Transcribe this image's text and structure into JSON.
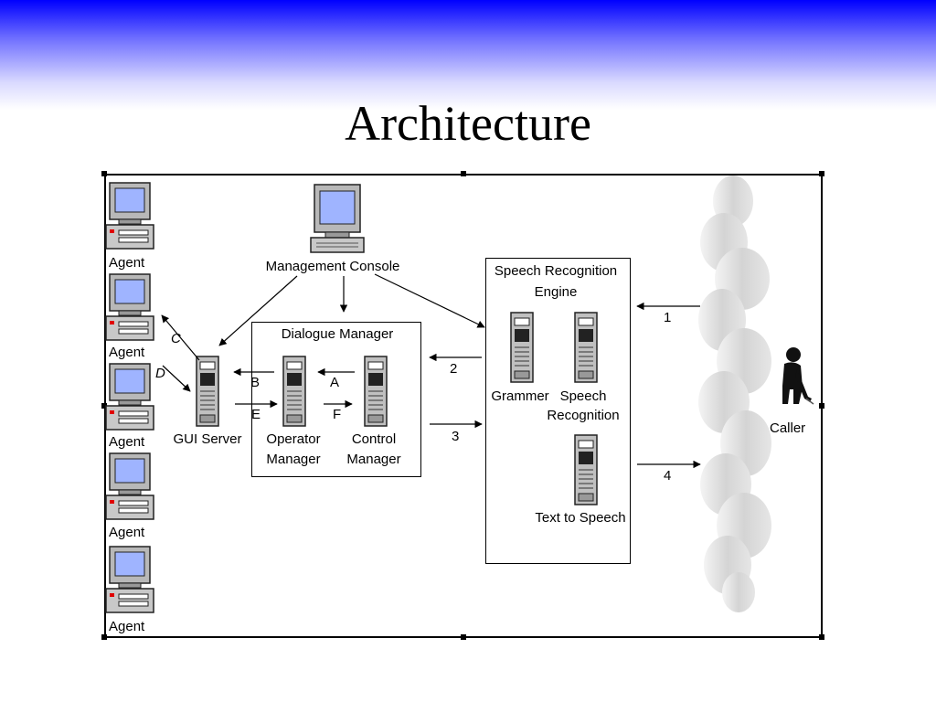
{
  "slide": {
    "title": "Architecture"
  },
  "colors": {
    "band_top": "#0000ff",
    "band_bottom": "#ffffff",
    "cloud": "#d8d8d8"
  },
  "agents": [
    {
      "label": "Agent"
    },
    {
      "label": "Agent"
    },
    {
      "label": "Agent"
    },
    {
      "label": "Agent"
    },
    {
      "label": "Agent"
    }
  ],
  "nodes": {
    "management_console": "Management Console",
    "gui_server": "GUI Server",
    "dialogue_manager": "Dialogue Manager",
    "operator_manager": [
      "Operator",
      "Manager"
    ],
    "control_manager": [
      "Control",
      "Manager"
    ],
    "speech_recognition_engine": [
      "Speech Recognition",
      "Engine"
    ],
    "grammer": "Grammer",
    "speech_recognition": [
      "Speech",
      "Recognition"
    ],
    "text_to_speech": "Text to Speech",
    "caller": "Caller"
  },
  "edge_labels": {
    "c": "C",
    "d": "D",
    "b": "B",
    "e": "E",
    "a": "A",
    "f": "F",
    "one": "1",
    "two": "2",
    "three": "3",
    "four": "4"
  },
  "icons": [
    "computer-icon",
    "server-icon",
    "cloud-icon",
    "caller-icon"
  ]
}
